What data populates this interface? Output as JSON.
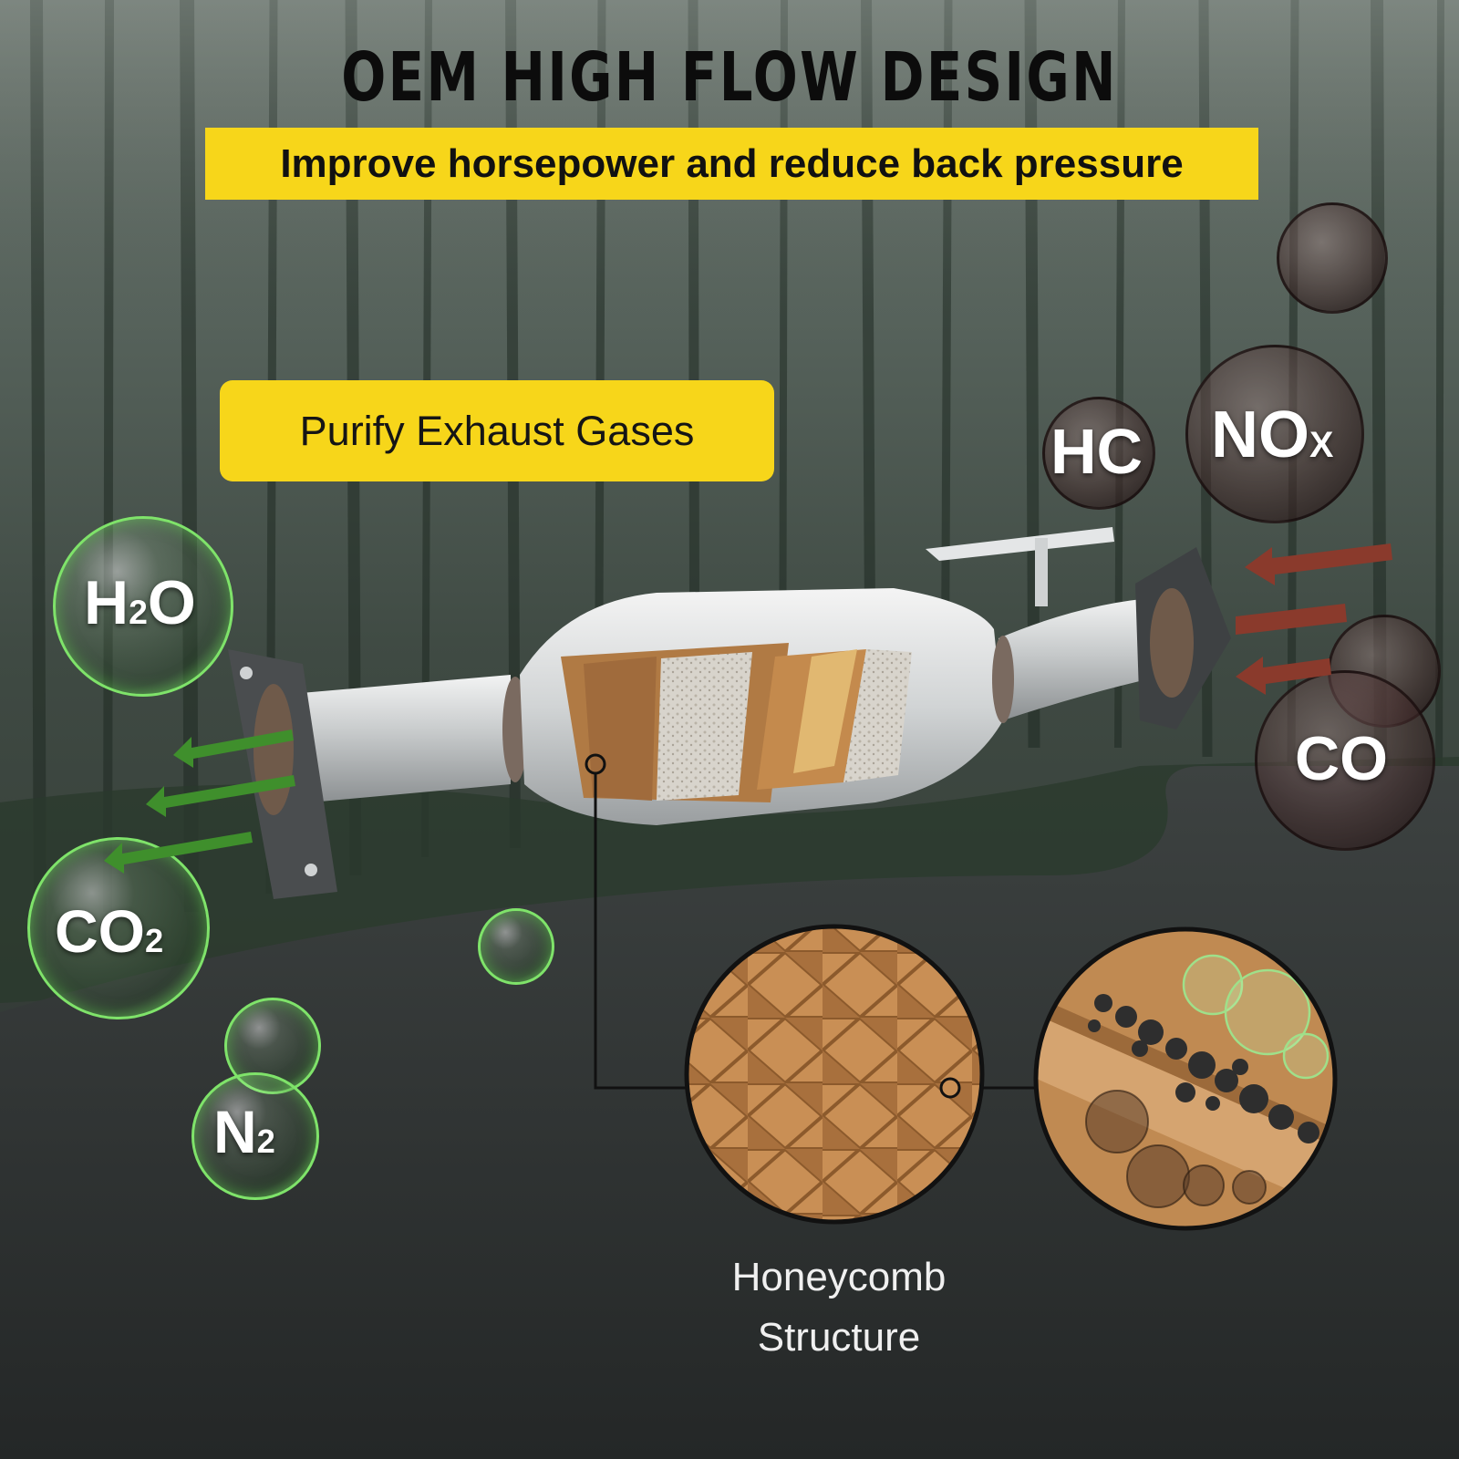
{
  "header": {
    "title": "OEM HIGH FLOW DESIGN",
    "subtitle": "Improve horsepower and reduce back pressure"
  },
  "callout": {
    "purify_label": "Purify Exhaust Gases"
  },
  "pollutants": {
    "hc": "HC",
    "nox_main": "NO",
    "nox_sub": "X",
    "co": "CO"
  },
  "clean_gases": {
    "h2o_a": "H",
    "h2o_sub": "2",
    "h2o_b": "O",
    "co2_a": "CO",
    "co2_sub": "2",
    "n2_a": "N",
    "n2_sub": "2"
  },
  "honeycomb": {
    "line1": "Honeycomb",
    "line2": "Structure"
  },
  "colors": {
    "accent_yellow": "#f7d61a",
    "clean_arrow": "#3f8f2c",
    "dirty_arrow": "#8a3a2c",
    "honeycomb": "#b07a44"
  }
}
